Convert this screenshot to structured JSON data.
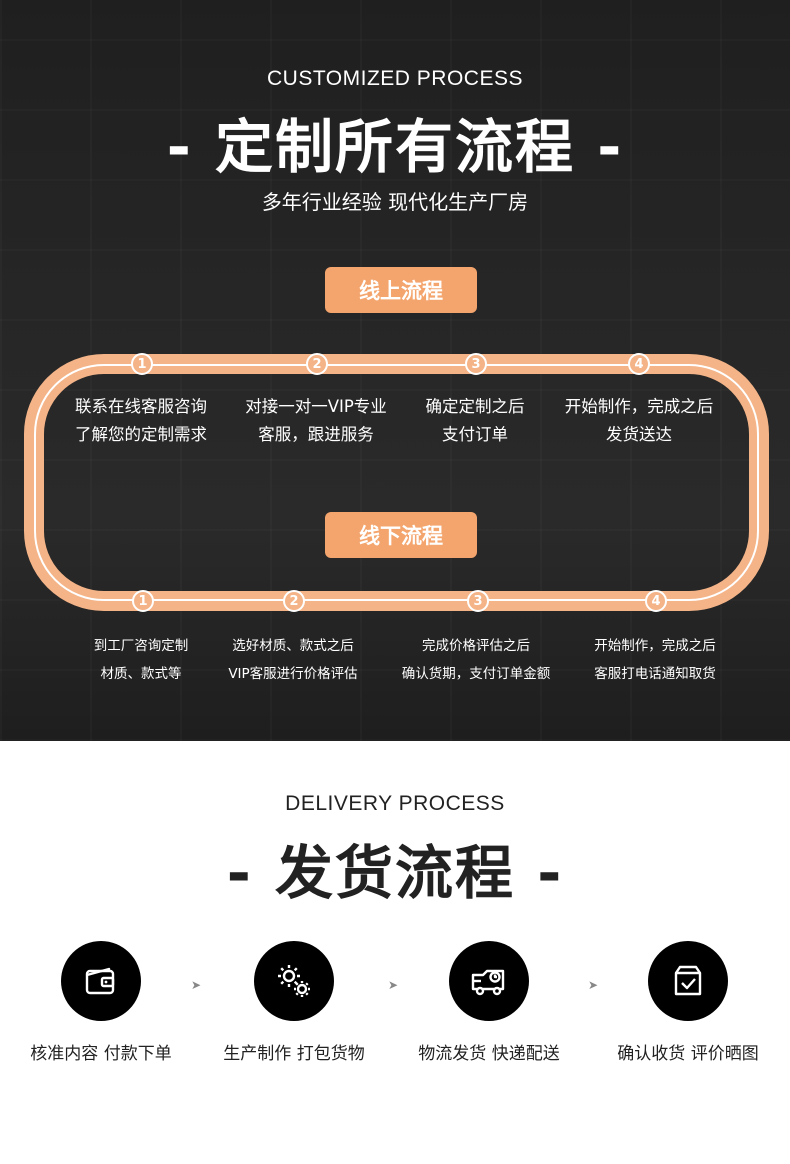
{
  "customized": {
    "title_en": "CUSTOMIZED PROCESS",
    "title_cn": "- 定制所有流程 -",
    "tagline": "多年行业经验 现代化生产厂房",
    "online_label": "线上流程",
    "offline_label": "线下流程",
    "online_steps": [
      {
        "num": "1",
        "line1": "联系在线客服咨询",
        "line2": "了解您的定制需求"
      },
      {
        "num": "2",
        "line1": "对接一对一VIP专业",
        "line2": "客服，跟进服务"
      },
      {
        "num": "3",
        "line1": "确定定制之后",
        "line2": "支付订单"
      },
      {
        "num": "4",
        "line1": "开始制作，完成之后",
        "line2": "发货送达"
      }
    ],
    "offline_steps": [
      {
        "num": "1",
        "line1": "到工厂咨询定制",
        "line2": "材质、款式等"
      },
      {
        "num": "2",
        "line1": "选好材质、款式之后",
        "line2": "VIP客服进行价格评估"
      },
      {
        "num": "3",
        "line1": "完成价格评估之后",
        "line2": "确认货期，支付订单金额"
      },
      {
        "num": "4",
        "line1": "开始制作，完成之后",
        "line2": "客服打电话通知取货"
      }
    ],
    "accent_color": "#f4a56d"
  },
  "delivery": {
    "title_en": "DELIVERY PROCESS",
    "title_cn": "- 发货流程 -",
    "steps": [
      {
        "icon": "wallet-icon",
        "label": "核准内容 付款下单"
      },
      {
        "icon": "gears-icon",
        "label": "生产制作 打包货物"
      },
      {
        "icon": "delivery-truck-icon",
        "label": "物流发货 快递配送"
      },
      {
        "icon": "package-check-icon",
        "label": "确认收货 评价晒图"
      }
    ],
    "arrow_glyph": "➤"
  }
}
